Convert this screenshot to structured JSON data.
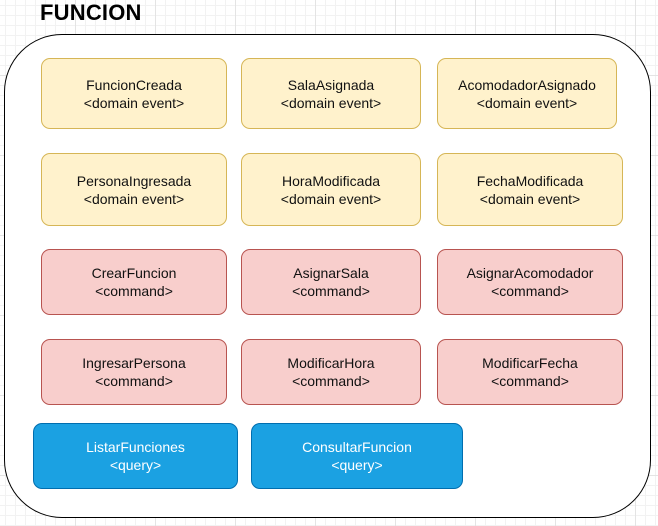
{
  "title": "FUNCION",
  "events": [
    {
      "name": "FuncionCreada",
      "stereotype": "<domain event>"
    },
    {
      "name": "SalaAsignada",
      "stereotype": "<domain event>"
    },
    {
      "name": "AcomodadorAsignado",
      "stereotype": "<domain event>"
    },
    {
      "name": "PersonaIngresada",
      "stereotype": "<domain event>"
    },
    {
      "name": "HoraModificada",
      "stereotype": "<domain event>"
    },
    {
      "name": "FechaModificada",
      "stereotype": "<domain event>"
    }
  ],
  "commands": [
    {
      "name": "CrearFuncion",
      "stereotype": "<command>"
    },
    {
      "name": "AsignarSala",
      "stereotype": "<command>"
    },
    {
      "name": "AsignarAcomodador",
      "stereotype": "<command>"
    },
    {
      "name": "IngresarPersona",
      "stereotype": "<command>"
    },
    {
      "name": "ModificarHora",
      "stereotype": "<command>"
    },
    {
      "name": "ModificarFecha",
      "stereotype": "<command>"
    }
  ],
  "queries": [
    {
      "name": "ListarFunciones",
      "stereotype": "<query>"
    },
    {
      "name": "ConsultarFuncion",
      "stereotype": "<query>"
    }
  ],
  "colors": {
    "event_fill": "#fff2cc",
    "event_stroke": "#d6b656",
    "command_fill": "#f8cecc",
    "command_stroke": "#b85450",
    "query_fill": "#1ba1e2",
    "query_stroke": "#006eaf"
  }
}
